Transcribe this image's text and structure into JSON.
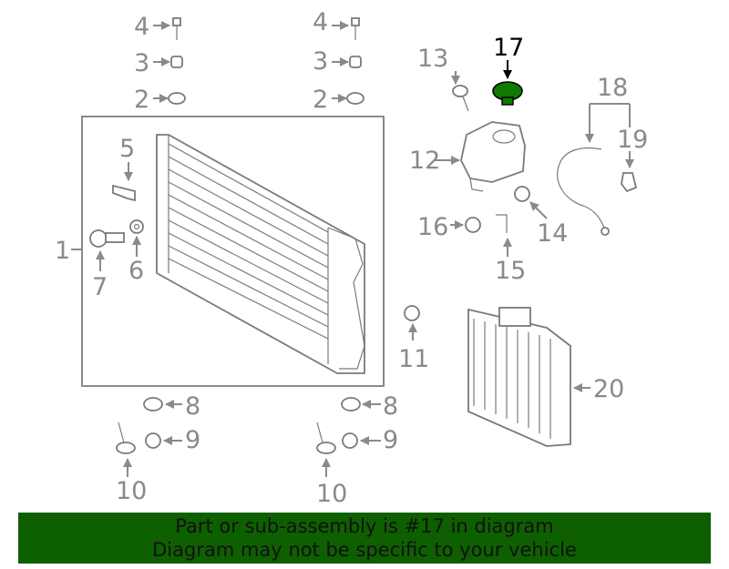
{
  "callouts": {
    "c1": "1",
    "c2a": "2",
    "c2b": "2",
    "c3a": "3",
    "c3b": "3",
    "c4a": "4",
    "c4b": "4",
    "c5": "5",
    "c6": "6",
    "c7": "7",
    "c8a": "8",
    "c8b": "8",
    "c9a": "9",
    "c9b": "9",
    "c10a": "10",
    "c10b": "10",
    "c11": "11",
    "c12": "12",
    "c13": "13",
    "c14": "14",
    "c15": "15",
    "c16": "16",
    "c17": "17",
    "c18": "18",
    "c19": "19",
    "c20": "20"
  },
  "highlight": {
    "part": "17",
    "color": "#0e7a00"
  },
  "banner": {
    "line1": "Part or sub-assembly is #17 in diagram",
    "line2": "Diagram may not be specific to your vehicle",
    "bg_color": "#0e5f00"
  }
}
